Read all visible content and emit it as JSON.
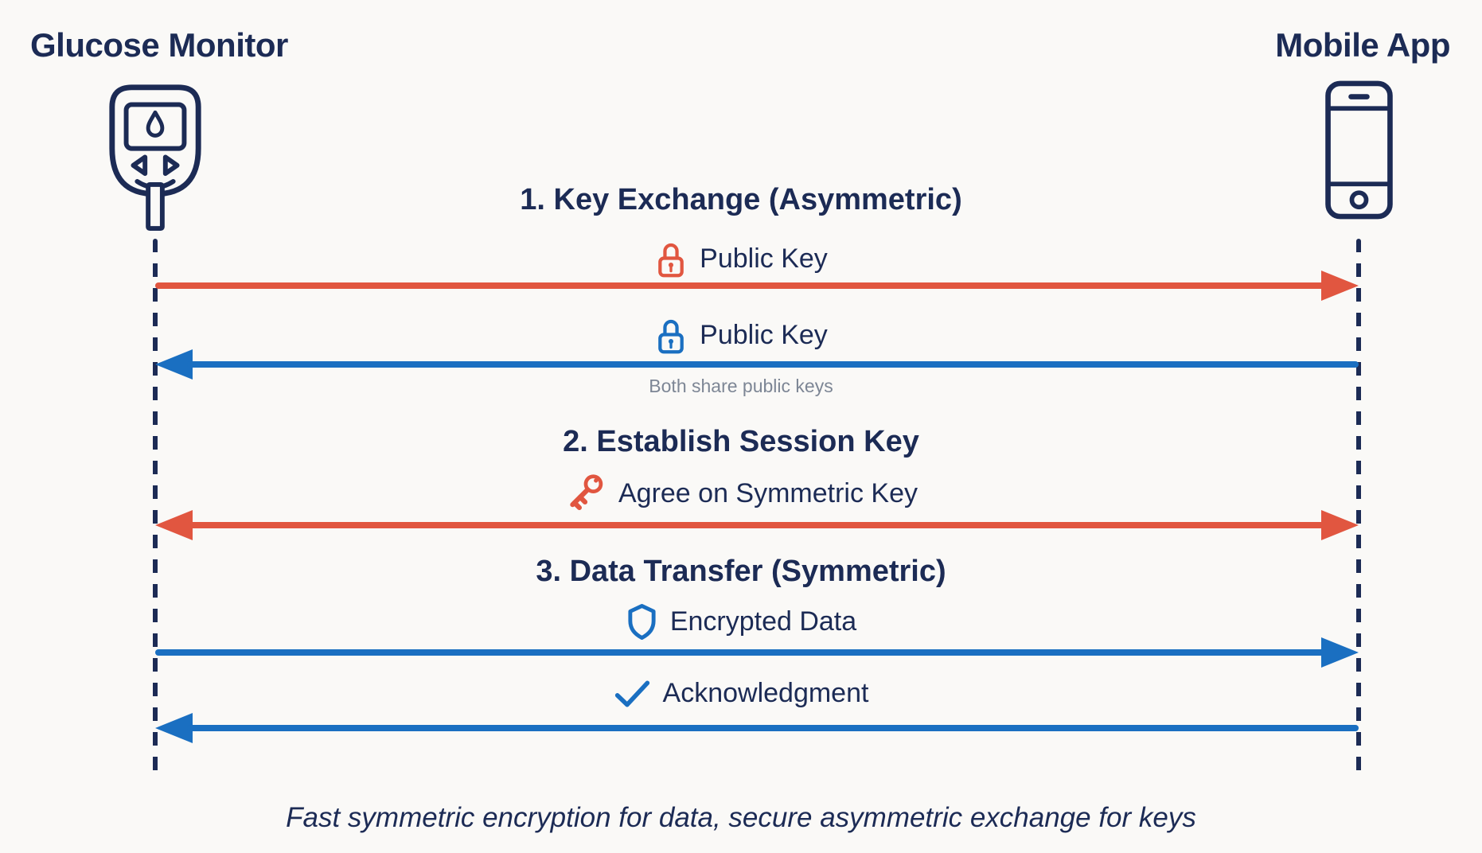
{
  "colors": {
    "background": "#FAF9F7",
    "navy": "#1C2B55",
    "red": "#E15640",
    "blue": "#1A6FC1",
    "gray": "#7D8695"
  },
  "actors": {
    "left": {
      "label": "Glucose Monitor",
      "icon": "glucose-monitor-icon"
    },
    "right": {
      "label": "Mobile App",
      "icon": "smartphone-icon"
    }
  },
  "diagram": {
    "sections": [
      {
        "title": "1. Key Exchange (Asymmetric)",
        "messages": [
          {
            "label": "Public Key",
            "icon": "lock-icon",
            "color": "red",
            "direction": "left-to-right"
          },
          {
            "label": "Public Key",
            "icon": "lock-icon",
            "color": "blue",
            "direction": "right-to-left"
          }
        ]
      },
      {
        "title": "2. Establish Session Key",
        "messages": [
          {
            "label": "Agree on Symmetric Key",
            "icon": "key-icon",
            "color": "red",
            "direction": "bidirectional"
          }
        ]
      },
      {
        "title": "3. Data Transfer (Symmetric)",
        "messages": [
          {
            "label": "Encrypted Data",
            "icon": "shield-icon",
            "color": "blue",
            "direction": "left-to-right"
          },
          {
            "label": "Acknowledgment",
            "icon": "check-icon",
            "color": "blue",
            "direction": "right-to-left"
          }
        ]
      }
    ],
    "note": "Both share public keys",
    "caption": "Fast symmetric encryption for data, secure asymmetric exchange for keys"
  }
}
